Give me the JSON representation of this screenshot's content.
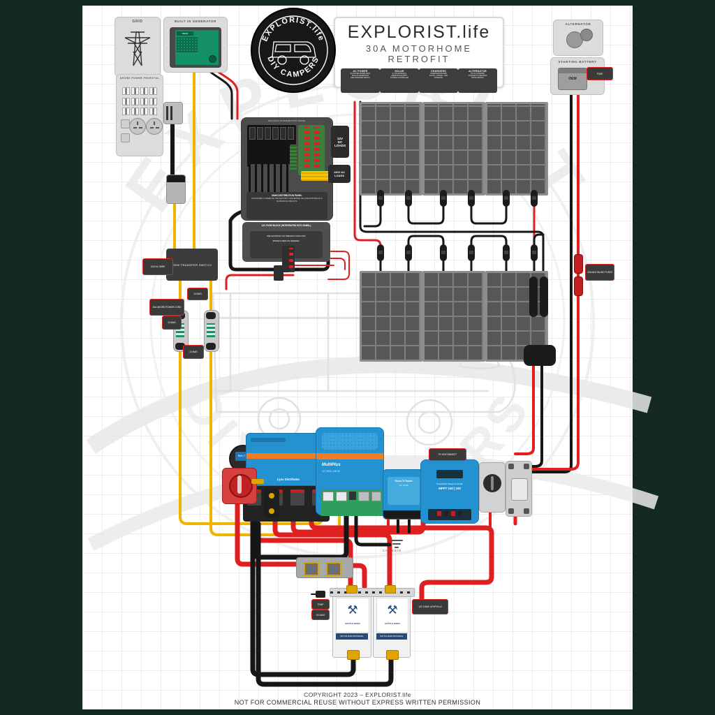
{
  "header": {
    "title": "EXPLORIST.life",
    "subtitle": "30A MOTORHOME RETROFIT"
  },
  "badge": {
    "top": "EXPLORIST.life",
    "bottom": "DIY CAMPERS"
  },
  "watermark": {
    "top": "EXPLORIST",
    "bottom": "DIY CAMPERS"
  },
  "spec_boxes": [
    {
      "title": "AC POWER",
      "l1": "30A SHORE POWER INLET",
      "l2": "BUILT-IN GENERATOR",
      "l3": "OEM TRANSFER SWITCH"
    },
    {
      "title": "SOLAR",
      "l1": "6x SOLAR PANELS",
      "l2": "SMARTSOLAR MPPT",
      "l3": "CHARGE CONTROLLER"
    },
    {
      "title": "CHARGERS",
      "l1": "INVERTER/CHARGER",
      "l2": "SOLAR + SHORE + GEN",
      "l3": "CHARGING"
    },
    {
      "title": "ALTERNATOR",
      "l1": "DC-DC CHARGER",
      "l2": "CHARGES HOUSE BANK",
      "l3": "WHILE DRIVING"
    }
  ],
  "sources": {
    "grid": "GRID",
    "generator": "BUILT IN GENERATOR",
    "generator_brand": "ONAN",
    "shore": "SHORE POWER PEDESTAL",
    "alternator": "ALTERNATOR",
    "starting_battery": "STARTING BATTERY",
    "oem": "OEM",
    "shore_cord": "30A SHORE POWER CORD"
  },
  "panel": {
    "title": "30A MAIN DISTRIBUTION PANEL",
    "dc_l1": "12V",
    "dc_l2": "DC",
    "dc_l3": "LOADS",
    "ac_l1": "120V AC",
    "ac_l2": "LOADS",
    "note1": "MAIN DISTRIBUTION PANEL",
    "note1b": "DISCONNECT & REMOVE THE FACTORY CONVERTER. RE-USE EXISTING AC & DC BRANCH CIRCUITS.",
    "note2": "12V FUSE BLOCK (INTEGRATED INTO PANEL)",
    "note2b": "USE EXISTING 12V BRANCH CIRCUITS.",
    "note2c": "MORE FUSES AS NEEDED."
  },
  "transfer_switch": {
    "label": "OEM TRANSFER SWITCH"
  },
  "devices": {
    "monitor": "BMV-712",
    "lynx": "Lynx Distributor",
    "multiplus": "MultiPlus",
    "multiplus_sub": "12 | 3000 | 120-50",
    "orion": "Orion-Tr Smart",
    "orion_sub": "12 | 12-30",
    "mppt_line1": "SmartSolar charge controller",
    "mppt_line2": "MPPT 150 | 100",
    "chassis": "CHASSIS"
  },
  "battery": {
    "brand": "BATTLE BORN",
    "strip": "BATTLE BORN BATTERIES"
  },
  "annotations": [
    {
      "text": "10/3 AC WIRE"
    },
    {
      "text": "10 AWG"
    },
    {
      "text": "30A SHORE POWER CORD"
    },
    {
      "text": "10 AWG"
    },
    {
      "text": "10 AWG"
    },
    {
      "text": "FUSE"
    },
    {
      "text": "20A MC4 INLINE FUSES"
    },
    {
      "text": "PV DISCONNECT"
    },
    {
      "text": "TEMP"
    },
    {
      "text": "2/0 AWG"
    },
    {
      "text": "12V 100Ah LiFePO4 x2"
    }
  ],
  "footer": {
    "line1": "COPYRIGHT 2023 – EXPLORIST.life",
    "line2": "NOT FOR COMMERCIAL REUSE WITHOUT EXPRESS WRITTEN PERMISSION"
  }
}
